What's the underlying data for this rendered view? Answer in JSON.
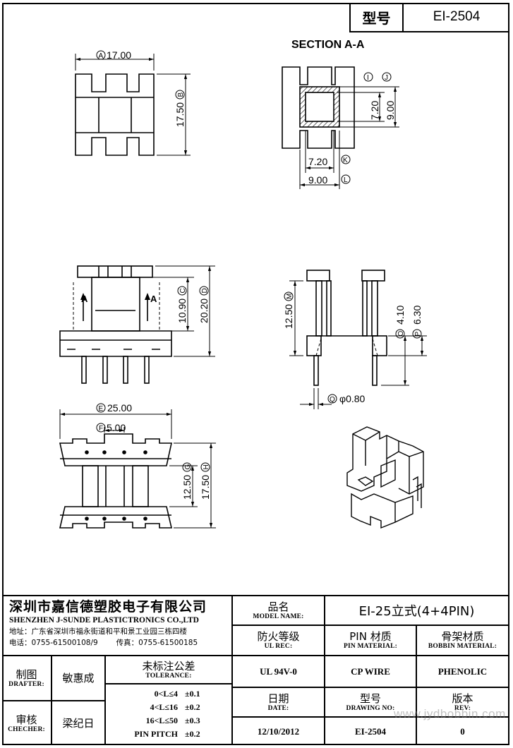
{
  "model_box": {
    "label": "型号",
    "value": "EI-2504"
  },
  "section_title": "SECTION A-A",
  "dimensions": {
    "A": "17.00",
    "B": "17.50",
    "C": "10.90",
    "D": "20.20",
    "E": "25.00",
    "F": "5.00",
    "G": "12.50",
    "H": "17.50",
    "I_J_inner": "7.20",
    "J_outer": "9.00",
    "K": "7.20",
    "L": "9.00",
    "M": "12.50",
    "O": "4.10",
    "P": "6.30",
    "Q": "φ0.80"
  },
  "letters": {
    "A": "A",
    "B": "B",
    "C": "C",
    "D": "D",
    "E": "E",
    "F": "F",
    "G": "G",
    "H": "H",
    "I": "I",
    "J": "J",
    "K": "K",
    "L": "L",
    "M": "M",
    "O": "O",
    "P": "P",
    "Q": "Q",
    "section_mark": "A"
  },
  "company": {
    "name_cn": "深圳市嘉信德塑胶电子有限公司",
    "name_en": "SHENZHEN J-SUNDE PLASTICTRONICS CO.,LTD",
    "address": "地址：广东省深圳市福永街道和平和景工业园三栋四楼",
    "phone": "电话：0755-61500108/9",
    "fax": "传真：0755-61500185"
  },
  "title_block": {
    "model_name_cn": "品名",
    "model_name_en": "MODEL NAME:",
    "model_name_value": "EI-25立式(4+4PIN)",
    "ul_cn": "防火等级",
    "ul_en": "UL REC:",
    "ul_value": "UL 94V-0",
    "pin_cn": "PIN 材质",
    "pin_en": "PIN MATERIAL:",
    "pin_value": "CP WIRE",
    "bobbin_cn": "骨架材质",
    "bobbin_en": "BOBBIN MATERIAL:",
    "bobbin_value": "PHENOLIC",
    "date_cn": "日期",
    "date_en": "DATE:",
    "date_value": "12/10/2012",
    "drawing_cn": "型号",
    "drawing_en": "DRAWING NO:",
    "drawing_value": "EI-2504",
    "rev_cn": "版本",
    "rev_en": "REV:",
    "rev_value": "0",
    "drafter_cn": "制图",
    "drafter_en": "DRAFTER:",
    "drafter_name": "敏惠成",
    "checker_cn": "审核",
    "checker_en": "CHECHER:",
    "checker_name": "梁纪日",
    "tolerance_cn": "未标注公差",
    "tolerance_en": "TOLERANCE:",
    "tolerance_rows": [
      {
        "range": "0<L≤4",
        "value": "±0.1"
      },
      {
        "range": "4<L≤16",
        "value": "±0.2"
      },
      {
        "range": "16<L≤50",
        "value": "±0.3"
      },
      {
        "range": "PIN PITCH",
        "value": "±0.2"
      }
    ]
  },
  "watermark": "www.jydbobbin.com"
}
